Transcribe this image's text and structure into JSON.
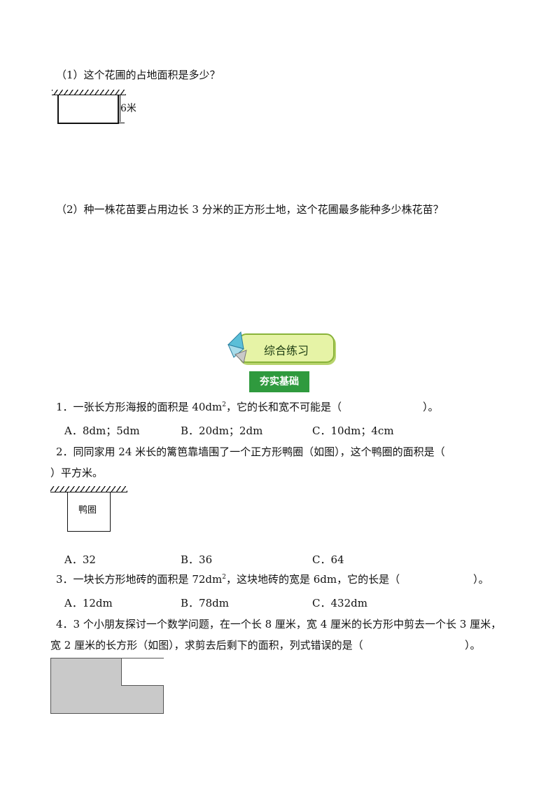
{
  "part1": {
    "q1": "（1）这个花圃的占地面积是多少？",
    "fig_label": "6米",
    "q2": "（2）种一株花苗要占用边长 3 分米的正方形土地，这个花圃最多能种多少株花苗？"
  },
  "section": {
    "title": "综合练习",
    "subtitle": "夯实基础"
  },
  "questions": [
    {
      "text_pre": "1．一张长方形海报的面积是 40dm",
      "sup": "2",
      "text_post": "，它的长和宽不可能是（",
      "close": "）。",
      "options": [
        "A．8dm；5dm",
        "B．20dm；2dm",
        "C．10dm；4cm"
      ]
    },
    {
      "line1": "2．同同家用 24 米长的篱笆靠墙围了一个正方形鸭圈（如图），这个鸭圈的面积是（",
      "line2": "）平方米。",
      "fig_label": "鸭圈",
      "options": [
        "A．32",
        "B．36",
        "C．64"
      ]
    },
    {
      "text_pre": "3．一块长方形地砖的面积是 72dm",
      "sup": "2",
      "text_post": "，这块地砖的宽是 6dm，它的长是（",
      "close": "）。",
      "options": [
        "A．12dm",
        "B．78dm",
        "C．432dm"
      ]
    },
    {
      "line1": "4．3 个小朋友探讨一个数学问题，在一个长 8 厘米，宽 4 厘米的长方形中剪去一个长 3 厘米，",
      "line2": "宽 2 厘米的长方形（如图），求剪去后剩下的面积，列式错误的是（",
      "close": "）。"
    }
  ]
}
